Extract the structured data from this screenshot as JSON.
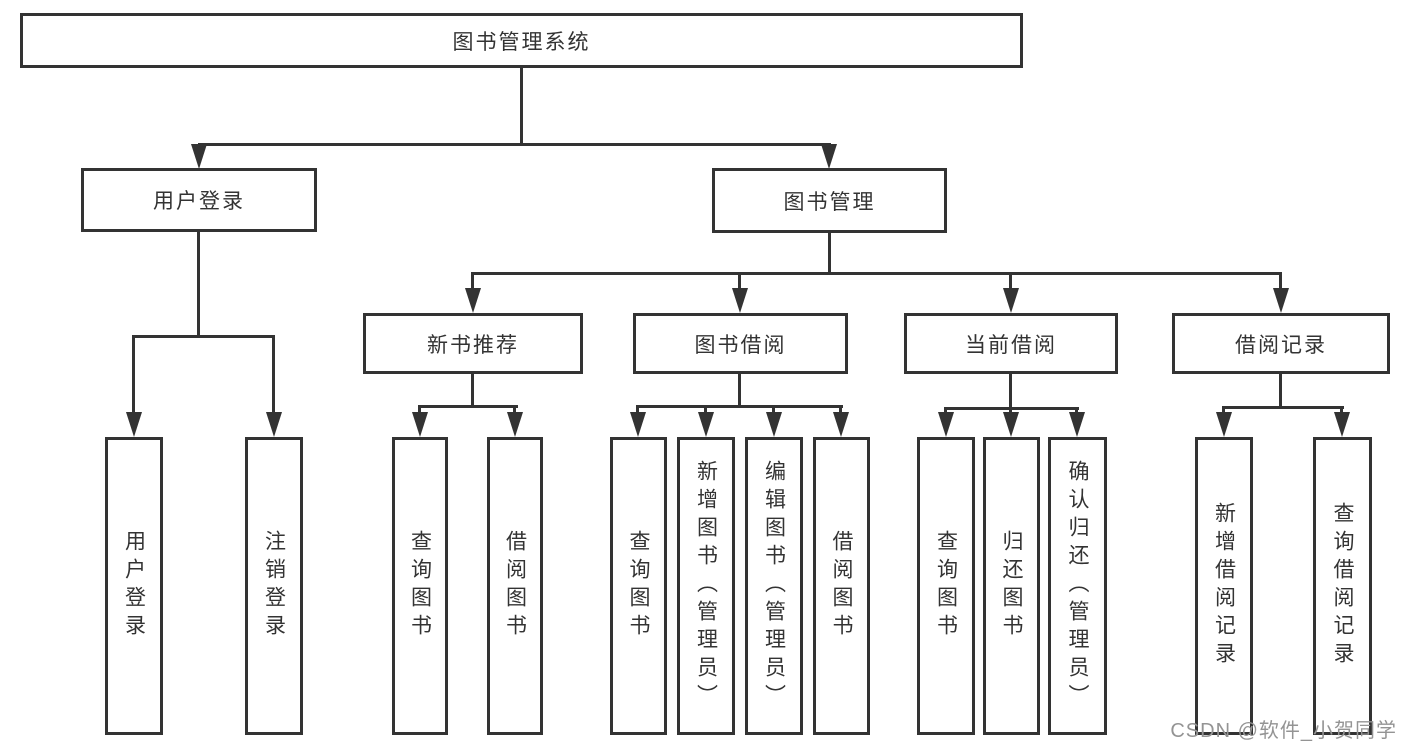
{
  "tree": {
    "label": "图书管理系统",
    "children": [
      {
        "label": "用户登录",
        "children": [
          {
            "label": "用户登录"
          },
          {
            "label": "注销登录"
          }
        ]
      },
      {
        "label": "图书管理",
        "children": [
          {
            "label": "新书推荐",
            "children": [
              {
                "label": "查询图书"
              },
              {
                "label": "借阅图书"
              }
            ]
          },
          {
            "label": "图书借阅",
            "children": [
              {
                "label": "查询图书"
              },
              {
                "label": "新增图书（管理员）"
              },
              {
                "label": "编辑图书（管理员）"
              },
              {
                "label": "借阅图书"
              }
            ]
          },
          {
            "label": "当前借阅",
            "children": [
              {
                "label": "查询图书"
              },
              {
                "label": "归还图书"
              },
              {
                "label": "确认归还（管理员）"
              }
            ]
          },
          {
            "label": "借阅记录",
            "children": [
              {
                "label": "新增借阅记录"
              },
              {
                "label": "查询借阅记录"
              }
            ]
          }
        ]
      }
    ]
  },
  "watermark": "CSDN @软件_小贺同学",
  "colors": {
    "line": "#333333",
    "text": "#333333",
    "background": "#ffffff",
    "watermark": "#949494"
  }
}
